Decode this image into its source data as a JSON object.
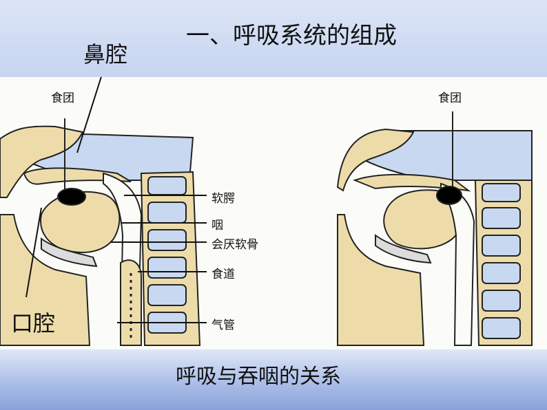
{
  "title": "一、呼吸系统的组成",
  "caption": "呼吸与吞咽的关系",
  "labels": {
    "nasal_cavity": "鼻腔",
    "oral_cavity": "口腔",
    "bolus_left": "食团",
    "bolus_right": "食团",
    "soft_palate": "软腭",
    "pharynx": "咽",
    "epiglottis": "会厌软骨",
    "esophagus": "食道",
    "trachea": "气管"
  },
  "colors": {
    "tissue": "#eddcaa",
    "airway": "#c8d8f0",
    "outline": "#222222",
    "bolus": "#000000"
  }
}
